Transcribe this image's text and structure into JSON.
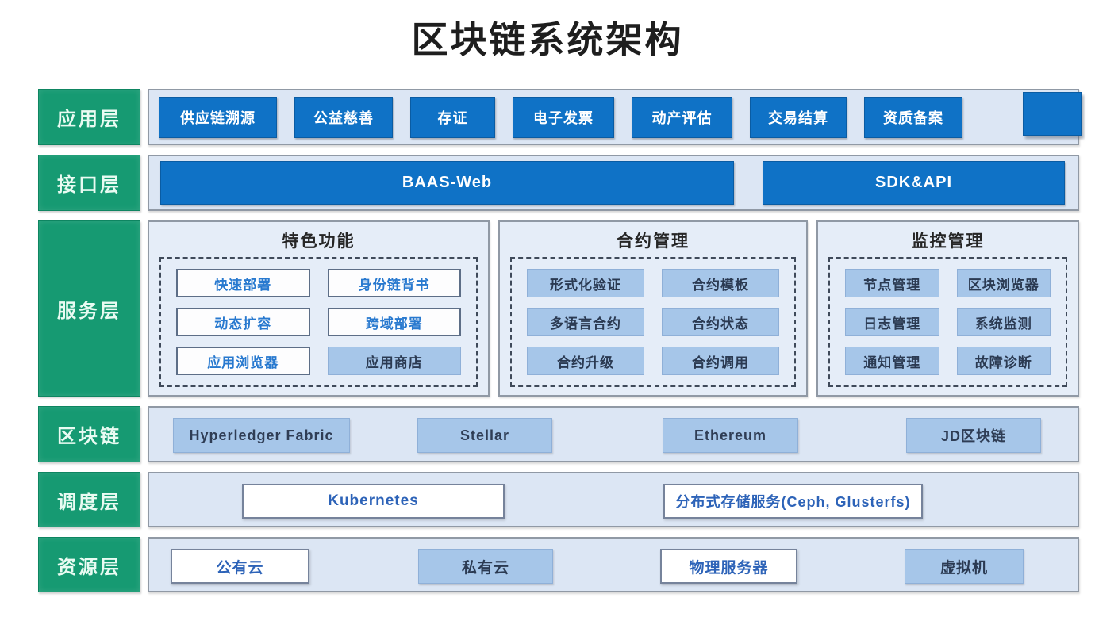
{
  "title": "区块链系统架构",
  "layers": {
    "application": "应用层",
    "interface": "接口层",
    "service": "服务层",
    "blockchain": "区块链",
    "scheduling": "调度层",
    "resource": "资源层"
  },
  "app": {
    "items": [
      "供应链溯源",
      "公益慈善",
      "存证",
      "电子发票",
      "动产评估",
      "交易结算",
      "资质备案"
    ],
    "clipped_label": ""
  },
  "interface": {
    "items": [
      "BAAS-Web",
      "SDK&API"
    ]
  },
  "service": {
    "groups": [
      {
        "title": "特色功能",
        "items": [
          "快速部署",
          "身份链背书",
          "动态扩容",
          "跨域部署",
          "应用浏览器",
          "应用商店"
        ]
      },
      {
        "title": "合约管理",
        "items": [
          "形式化验证",
          "合约模板",
          "多语言合约",
          "合约状态",
          "合约升级",
          "合约调用"
        ]
      },
      {
        "title": "监控管理",
        "items": [
          "节点管理",
          "区块浏览器",
          "日志管理",
          "系统监测",
          "通知管理",
          "故障诊断"
        ]
      }
    ]
  },
  "blockchain": {
    "items": [
      "Hyperledger Fabric",
      "Stellar",
      "Ethereum",
      "JD区块链"
    ]
  },
  "scheduling": {
    "items": [
      "Kubernetes",
      "分布式存储服务(Ceph, Glusterfs)"
    ]
  },
  "resource": {
    "items": [
      "公有云",
      "私有云",
      "物理服务器",
      "虚拟机"
    ]
  },
  "colors": {
    "layer_green": "#169a72",
    "primary_blue": "#0f72c6",
    "panel_bg": "#dce6f4",
    "light_box_fill": "#a6c6e9",
    "white_box_text_blue": "#2879cf",
    "dark_box_text": "#2b3a52"
  }
}
